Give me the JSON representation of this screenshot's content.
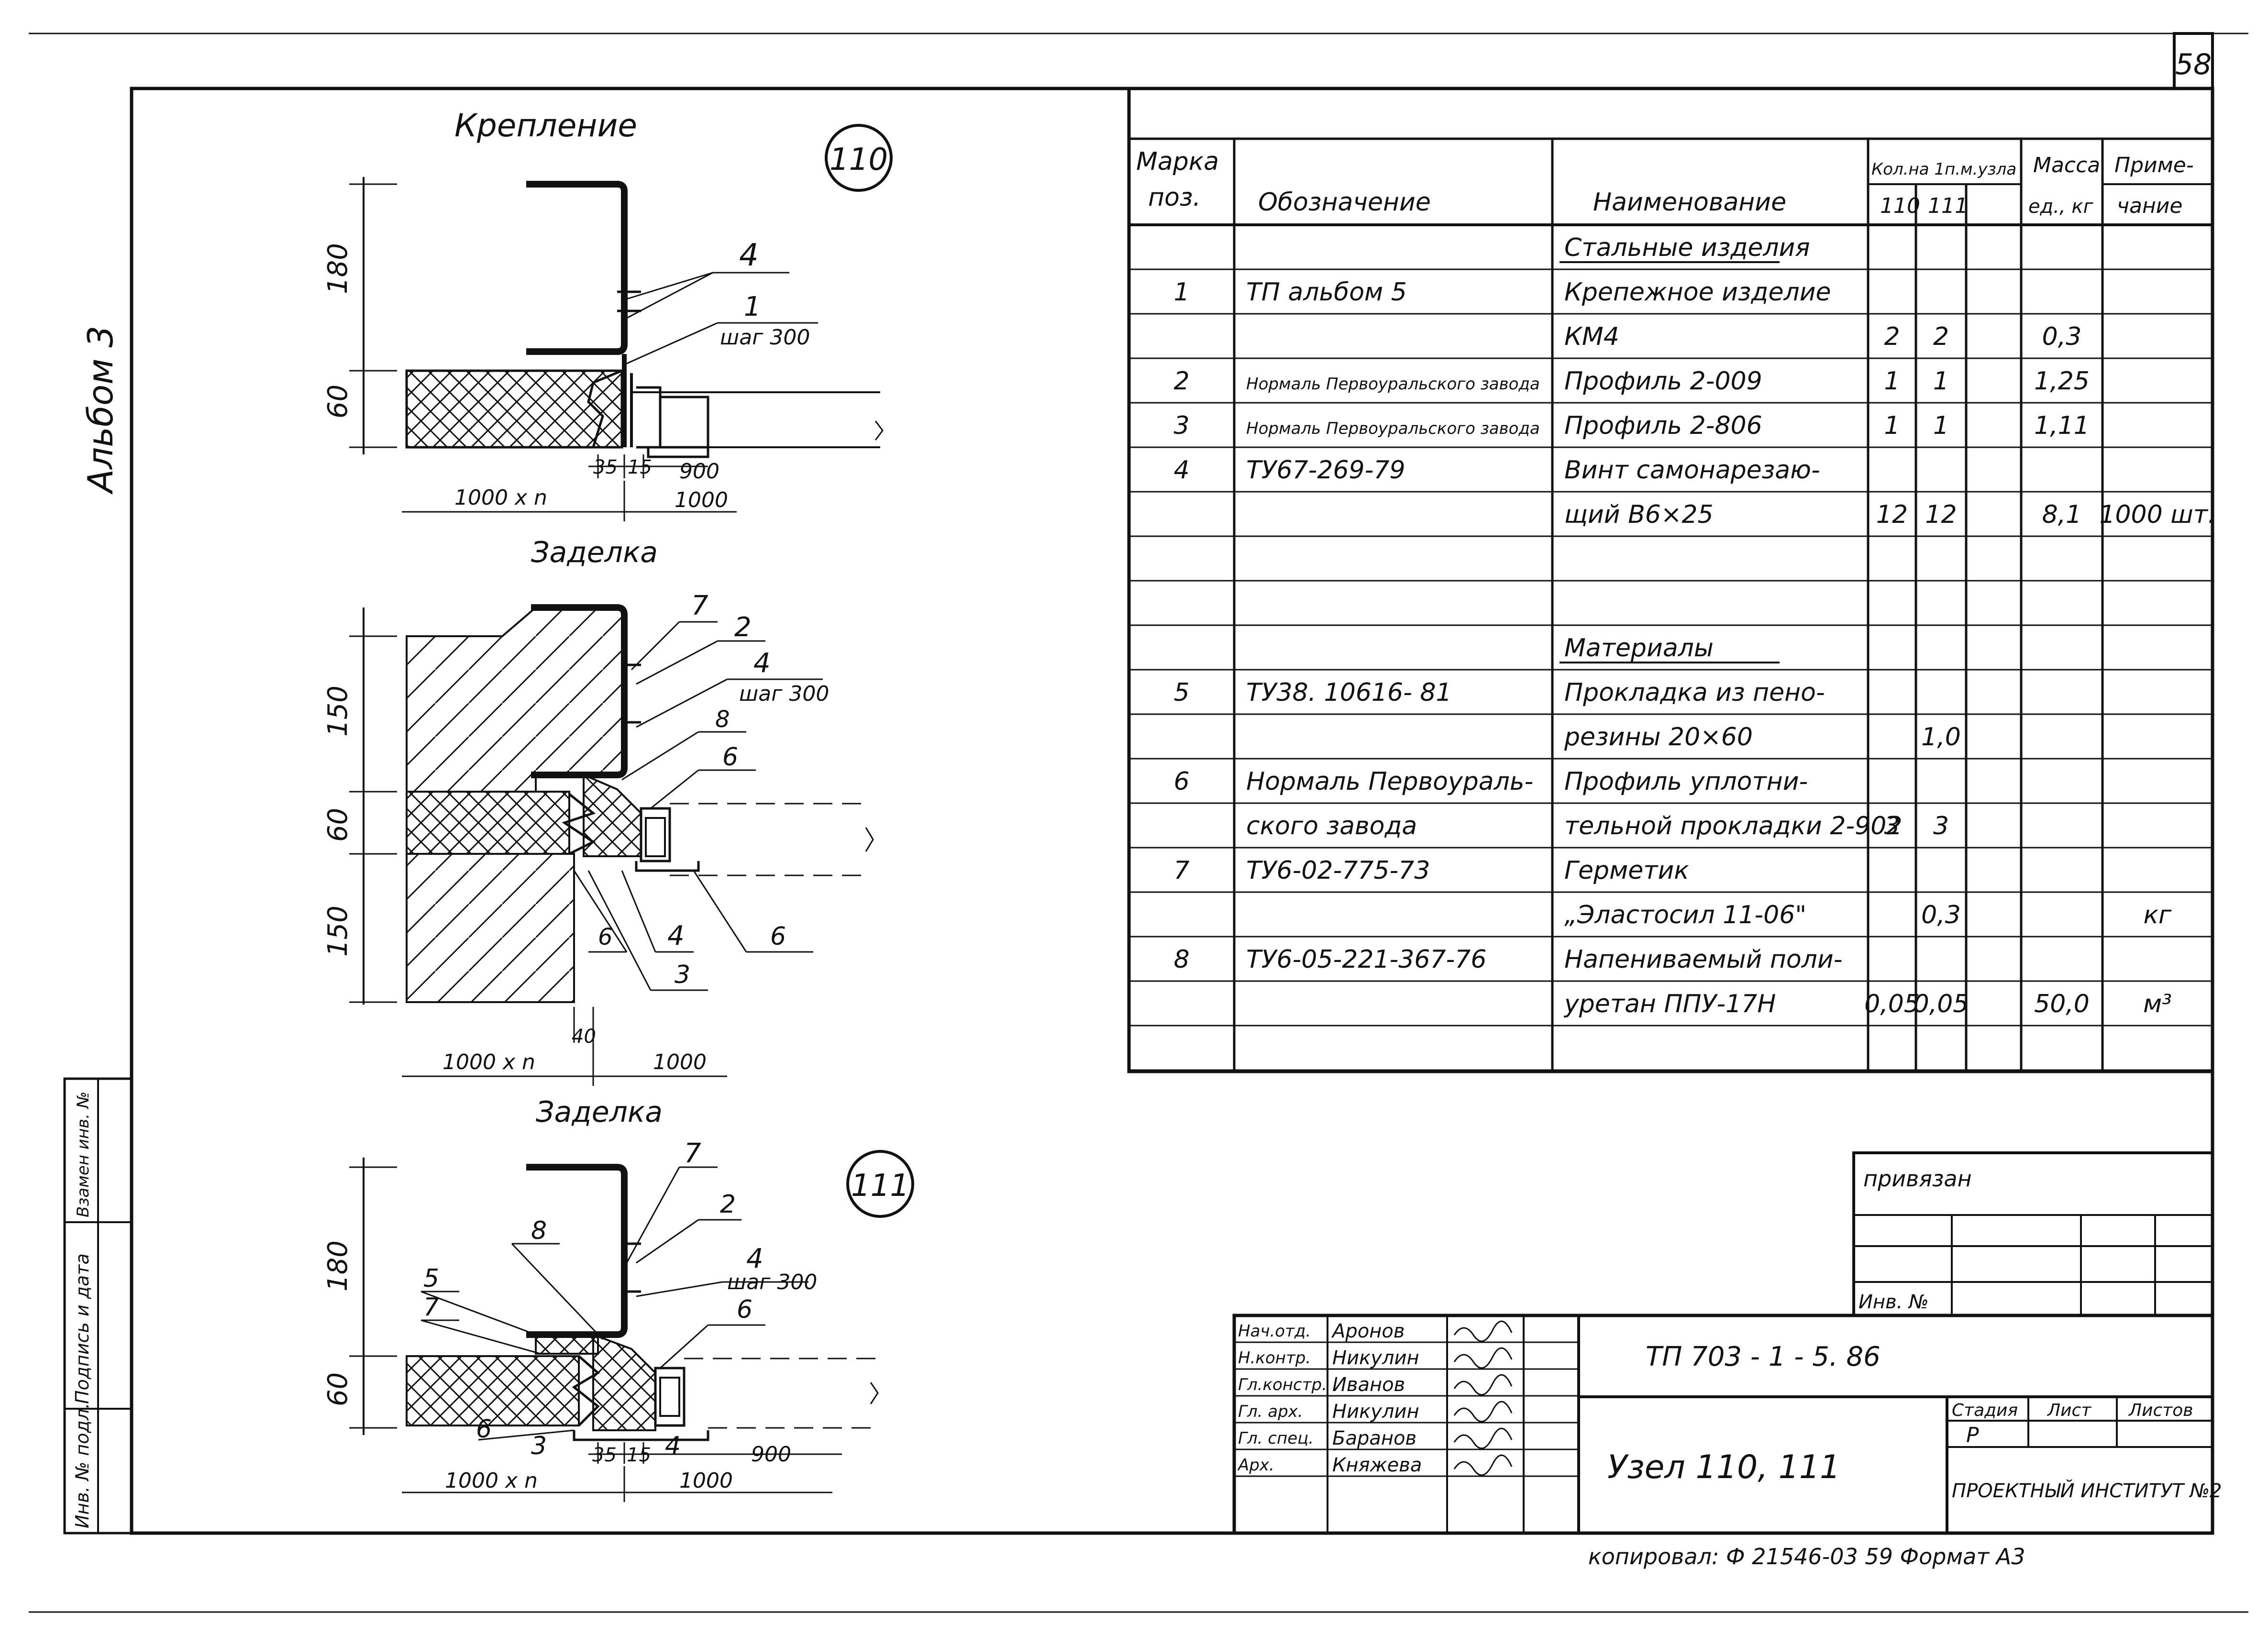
{
  "sheet": {
    "number": "58",
    "album_label": "Альбом 3",
    "copy_line": "копировал: Ф 21546-03   59   Формат А3"
  },
  "node110": {
    "title": "Крепление",
    "circle": "110",
    "dims": [
      "180",
      "60",
      "35",
      "15",
      "900",
      "1000 х n",
      "1000"
    ],
    "callouts": [
      "4",
      "1",
      "шаг 300"
    ]
  },
  "zadelka1": {
    "title": "Заделка",
    "dims": [
      "150",
      "60",
      "150",
      "40",
      "1000 х n",
      "1000"
    ],
    "callouts": [
      "7",
      "2",
      "4",
      "шаг 300",
      "8",
      "6",
      "6",
      "4",
      "6",
      "3"
    ]
  },
  "node111": {
    "title": "Заделка",
    "circle": "111",
    "dims": [
      "180",
      "60",
      "35",
      "15",
      "900",
      "1000 х n",
      "1000"
    ],
    "callouts": [
      "7",
      "2",
      "8",
      "4",
      "шаг 300",
      "5",
      "7",
      "6",
      "6",
      "3",
      "4"
    ]
  },
  "spec": {
    "headers": {
      "marka": "Марка поз.",
      "oboz": "Обозначение",
      "naim": "Наименование",
      "kol": "Кол.на 1п.м.узла",
      "kol110": "110",
      "kol111": "111",
      "massa": "Масса ед., кг",
      "prim": "Примечание"
    },
    "rows": [
      {
        "mark": "",
        "oboz": "",
        "naim": "Стальные изделия",
        "k110": "",
        "k111": "",
        "mass": "",
        "prim": ""
      },
      {
        "mark": "1",
        "oboz": "ТП            альбом 5",
        "naim": "Крепежное изделие",
        "k110": "",
        "k111": "",
        "mass": "",
        "prim": ""
      },
      {
        "mark": "",
        "oboz": "",
        "naim": "КМ4",
        "k110": "2",
        "k111": "2",
        "mass": "0,3",
        "prim": ""
      },
      {
        "mark": "2",
        "oboz": "Нормаль Первоуральского завода",
        "naim": "Профиль   2-009",
        "k110": "1",
        "k111": "1",
        "mass": "1,25",
        "prim": ""
      },
      {
        "mark": "3",
        "oboz": "Нормаль Первоуральского завода",
        "naim": "Профиль   2-806",
        "k110": "1",
        "k111": "1",
        "mass": "1,11",
        "prim": ""
      },
      {
        "mark": "4",
        "oboz": "ТУ67-269-79",
        "naim": "Винт самонарезаю-",
        "k110": "",
        "k111": "",
        "mass": "",
        "prim": ""
      },
      {
        "mark": "",
        "oboz": "",
        "naim": "щий В6×25",
        "k110": "12",
        "k111": "12",
        "mass": "8,1",
        "prim": "1000 шт."
      },
      {
        "mark": "",
        "oboz": "",
        "naim": "",
        "k110": "",
        "k111": "",
        "mass": "",
        "prim": ""
      },
      {
        "mark": "",
        "oboz": "",
        "naim": "",
        "k110": "",
        "k111": "",
        "mass": "",
        "prim": ""
      },
      {
        "mark": "",
        "oboz": "",
        "naim": "Материалы",
        "k110": "",
        "k111": "",
        "mass": "",
        "prim": ""
      },
      {
        "mark": "5",
        "oboz": "ТУ38. 10616- 81",
        "naim": "Прокладка из пено-",
        "k110": "",
        "k111": "",
        "mass": "",
        "prim": ""
      },
      {
        "mark": "",
        "oboz": "",
        "naim": "резины 20×60",
        "k110": "",
        "k111": "1,0",
        "mass": "",
        "prim": ""
      },
      {
        "mark": "6",
        "oboz": "Нормаль Первоураль-",
        "naim": "Профиль уплотни-",
        "k110": "",
        "k111": "",
        "mass": "",
        "prim": ""
      },
      {
        "mark": "",
        "oboz": "ского завода",
        "naim": "тельной прокладки 2-902",
        "k110": "3",
        "k111": "3",
        "mass": "",
        "prim": ""
      },
      {
        "mark": "7",
        "oboz": "ТУ6-02-775-73",
        "naim": "Герметик",
        "k110": "",
        "k111": "",
        "mass": "",
        "prim": ""
      },
      {
        "mark": "",
        "oboz": "",
        "naim": "„Эластосил 11-06\"",
        "k110": "",
        "k111": "0,3",
        "mass": "",
        "prim": "кг"
      },
      {
        "mark": "8",
        "oboz": "ТУ6-05-221-367-76",
        "naim": "Напениваемый поли-",
        "k110": "",
        "k111": "",
        "mass": "",
        "prim": ""
      },
      {
        "mark": "",
        "oboz": "",
        "naim": "уретан ППУ-17Н",
        "k110": "0,05",
        "k111": "0,05",
        "mass": "50,0",
        "prim": "м³"
      },
      {
        "mark": "",
        "oboz": "",
        "naim": "",
        "k110": "",
        "k111": "",
        "mass": "",
        "prim": ""
      }
    ]
  },
  "privyazan": {
    "label": "привязан",
    "inv": "Инв. №"
  },
  "stamp": {
    "code": "ТП  703 - 1 - 5. 86",
    "title": "Узел  110, 111",
    "stadiya_label": "Стадия",
    "stadiya": "Р",
    "list_label": "Лист",
    "listov_label": "Листов",
    "org": "ПРОЕКТНЫЙ ИНСТИТУТ №2",
    "people": [
      {
        "role": "Нач.отд.",
        "name": "Аронов"
      },
      {
        "role": "Н.контр.",
        "name": "Никулин"
      },
      {
        "role": "Гл.констр.",
        "name": "Иванов"
      },
      {
        "role": "Гл. арх.",
        "name": "Никулин"
      },
      {
        "role": "Гл. спец.",
        "name": "Баранов"
      },
      {
        "role": "Арх.",
        "name": "Княжева"
      }
    ]
  },
  "side_strip": {
    "labels": [
      "Инв. № подл.",
      "Подпись и дата",
      "Взамен инв. №"
    ]
  }
}
